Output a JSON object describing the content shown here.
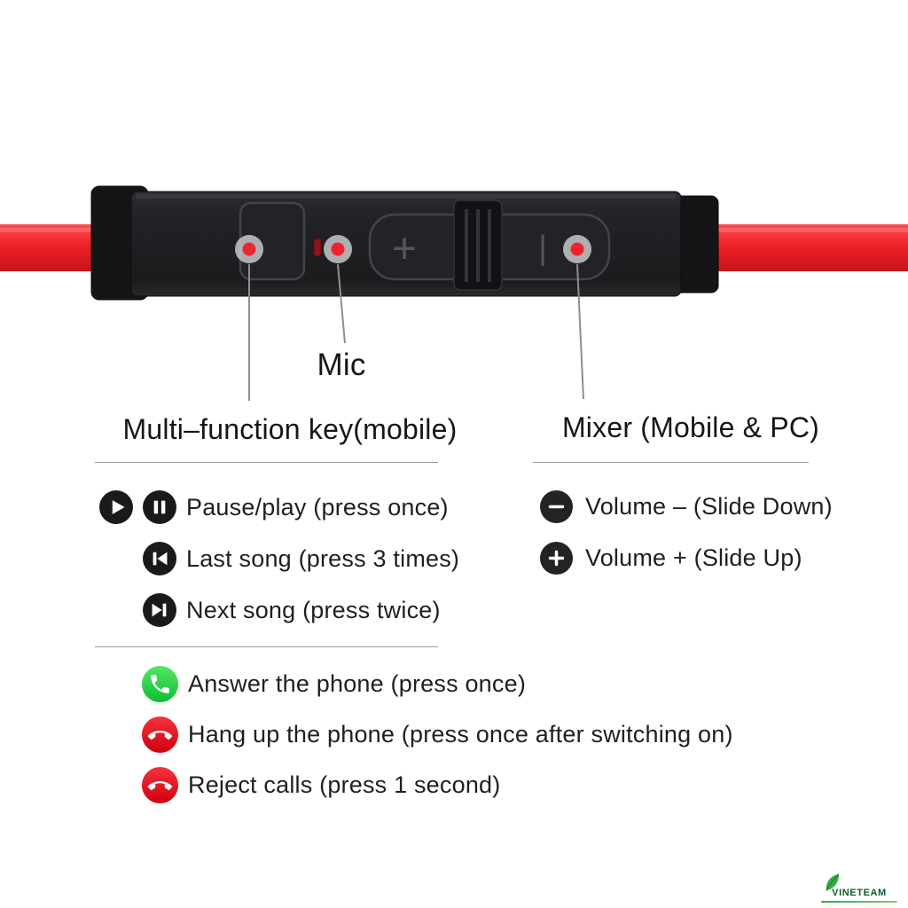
{
  "device": {
    "glyphs": {
      "plus": "+",
      "bar": "|"
    },
    "callouts": {
      "mic": "Mic",
      "multi_function": "Multi–function key(mobile)",
      "mixer": "Mixer (Mobile & PC)"
    }
  },
  "music_controls": {
    "items": [
      {
        "icons": [
          "play-icon",
          "pause-icon"
        ],
        "label": "Pause/play (press once)"
      },
      {
        "icons": [
          "previous-song-icon"
        ],
        "label": "Last song (press 3 times)"
      },
      {
        "icons": [
          "next-song-icon"
        ],
        "label": "Next song (press twice)"
      }
    ]
  },
  "volume_controls": {
    "items": [
      {
        "icon": "minus-icon",
        "label": "Volume – (Slide Down)"
      },
      {
        "icon": "plus-icon",
        "label": "Volume + (Slide Up)"
      }
    ]
  },
  "phone_controls": {
    "items": [
      {
        "icon": "answer-phone-icon",
        "color": "#1ecb3e",
        "label": "Answer the phone (press once)"
      },
      {
        "icon": "hangup-phone-icon",
        "color": "#e60012",
        "label": "Hang up the phone (press once after switching on)"
      },
      {
        "icon": "reject-phone-icon",
        "color": "#e60012",
        "label": "Reject calls (press 1 second)"
      }
    ]
  },
  "watermark": {
    "brand": "VINETEAM"
  },
  "colors": {
    "cable_red": "#ee2229",
    "indicator_dot_red": "#ef2430",
    "device_black": "#202023",
    "icon_black": "#1a1a1a",
    "answer_green": "#1ecb3e",
    "hangup_red": "#e60012",
    "watermark_green": "#2fae44"
  }
}
